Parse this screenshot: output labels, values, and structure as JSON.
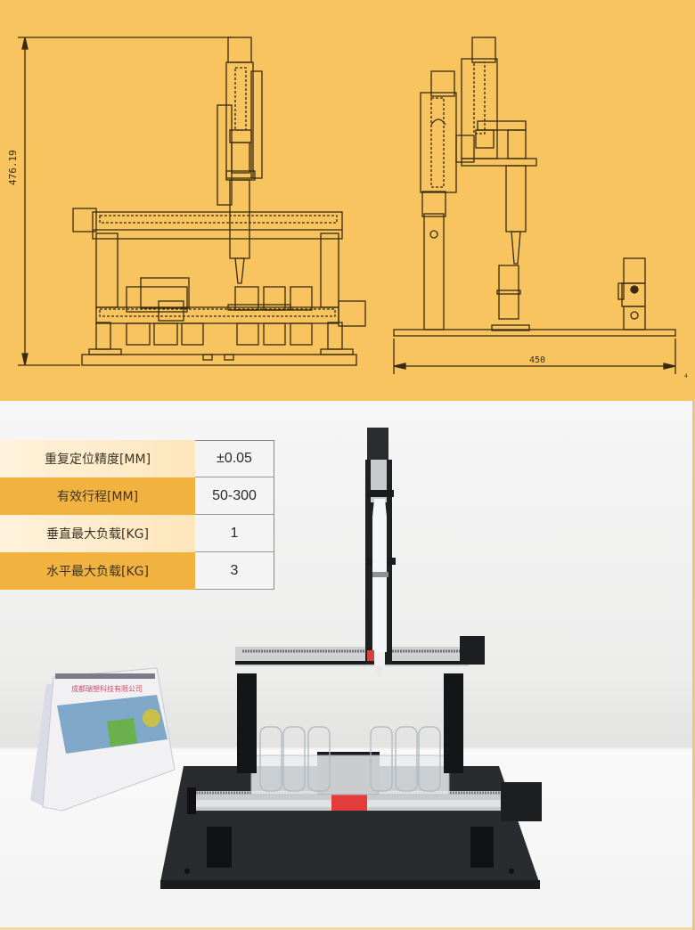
{
  "drawing": {
    "background_color": "#f7c45f",
    "line_color": "#3a2a10",
    "height_dimension": "476.19",
    "width_dimension": "450",
    "corner_mark": "4",
    "views": [
      "front-view",
      "side-view"
    ]
  },
  "photo": {
    "subject": "XYZ three-axis gantry dispensing robot with syringe and test-tube rack",
    "calendar_text": "成都瑞塑科技有限公司"
  },
  "spec_table": {
    "rows": [
      {
        "label": "重复定位精度[MM]",
        "value": "±0.05"
      },
      {
        "label": "有效行程[MM]",
        "value": "50-300"
      },
      {
        "label": "垂直最大负载[KG]",
        "value": "1"
      },
      {
        "label": "水平最大负载[KG]",
        "value": "3"
      }
    ],
    "colors": {
      "light_row": "#fde9c4",
      "dark_row": "#f2b23f",
      "value_bg": "#f4f4f4"
    }
  }
}
